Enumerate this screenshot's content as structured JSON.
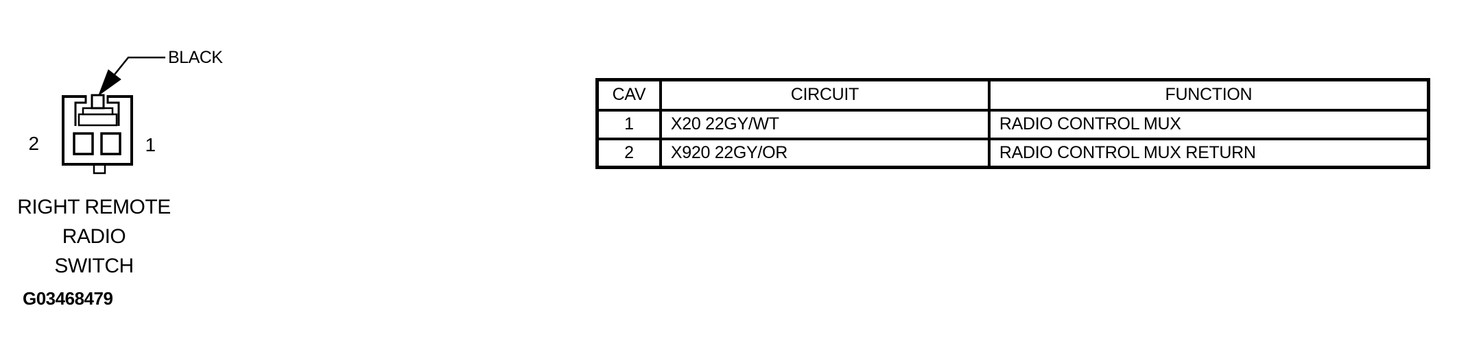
{
  "figure": {
    "connector_label": "BLACK",
    "pin_left": "2",
    "pin_right": "1",
    "caption": "RIGHT REMOTE\nRADIO\nSWITCH",
    "figure_id": "G03468479"
  },
  "table": {
    "headers": [
      "CAV",
      "CIRCUIT",
      "FUNCTION"
    ],
    "rows": [
      {
        "cav": "1",
        "circuit": "X20 22GY/WT",
        "function": "RADIO CONTROL MUX"
      },
      {
        "cav": "2",
        "circuit": "X920 22GY/OR",
        "function": "RADIO CONTROL MUX RETURN"
      }
    ]
  },
  "colors": {
    "ink": "#000000",
    "background": "#ffffff"
  }
}
